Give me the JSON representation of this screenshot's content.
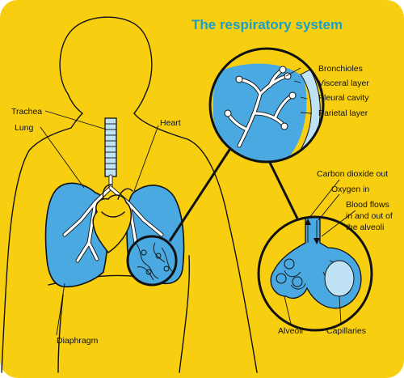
{
  "title": "The respiratory system",
  "labels": {
    "trachea": "Trachea",
    "lung": "Lung",
    "heart": "Heart",
    "diaphragm": "Diaphragm",
    "bronchioles": "Bronchioles",
    "visceral_layer": "Visceral layer",
    "pleural_cavity": "Pleural cavity",
    "parietal_layer": "Parietal layer",
    "carbon_dioxide_out": "Carbon dioxide out",
    "oxygen_in": "Oxygen in",
    "blood_flows_1": "Blood flows",
    "blood_flows_2": "in and out of",
    "blood_flows_3": "the alveoli",
    "alveoli": "Alveoli",
    "capillaries": "Capillaries"
  },
  "colors": {
    "background": "#f7ce10",
    "lung_blue": "#4aa9e0",
    "title_blue": "#1aa0c8",
    "pleura_light": "#bfe3f5",
    "heart_fill": "#f7ce10"
  }
}
